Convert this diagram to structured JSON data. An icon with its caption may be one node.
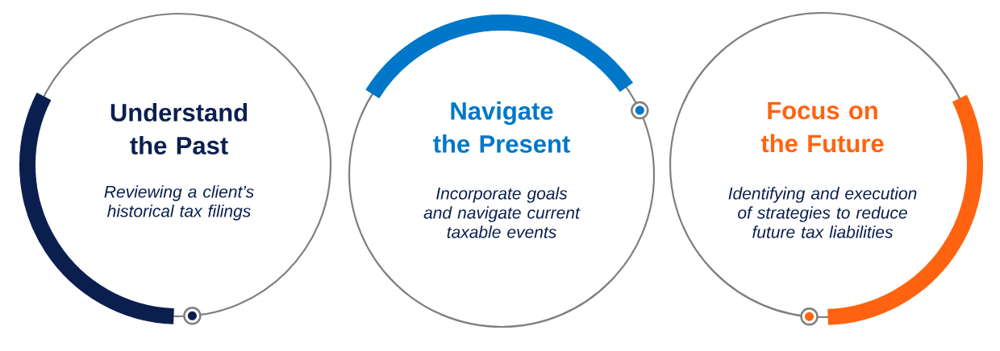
{
  "diagram": {
    "nodes": [
      {
        "text": [
          "Understand the Past",
          "Reviewing a client’s historical tax filings"
        ]
      },
      {
        "text": [
          "Navigate the Present",
          "Incorporate goals and navigate current taxable events"
        ]
      },
      {
        "text": [
          "Focus on the Future",
          "Identifying and execution of strategies to reduce future tax liabilities"
        ]
      }
    ]
  }
}
